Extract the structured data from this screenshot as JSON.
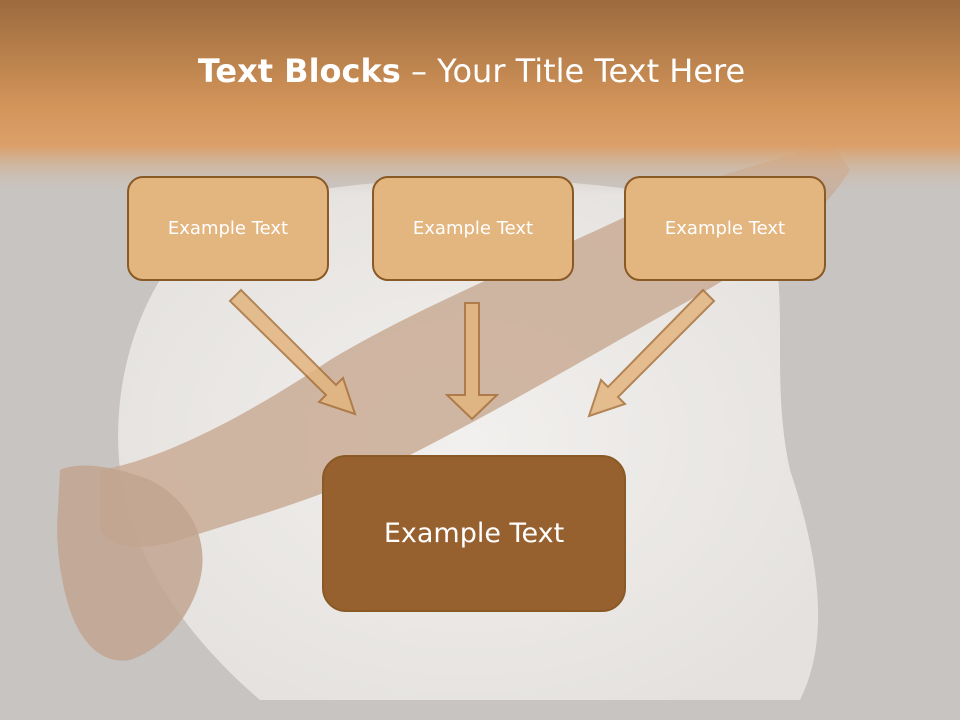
{
  "title": {
    "bold": "Text Blocks",
    "rest": " – Your Title Text Here"
  },
  "blocks": [
    {
      "label": "Example Text"
    },
    {
      "label": "Example Text"
    },
    {
      "label": "Example Text"
    }
  ],
  "result": {
    "label": "Example Text"
  },
  "colors": {
    "header": "#d4955a",
    "box_fill": "#e3b57f",
    "box_border": "#8a5a26",
    "result_fill": "#97612f",
    "background": "#c8c4c1"
  }
}
